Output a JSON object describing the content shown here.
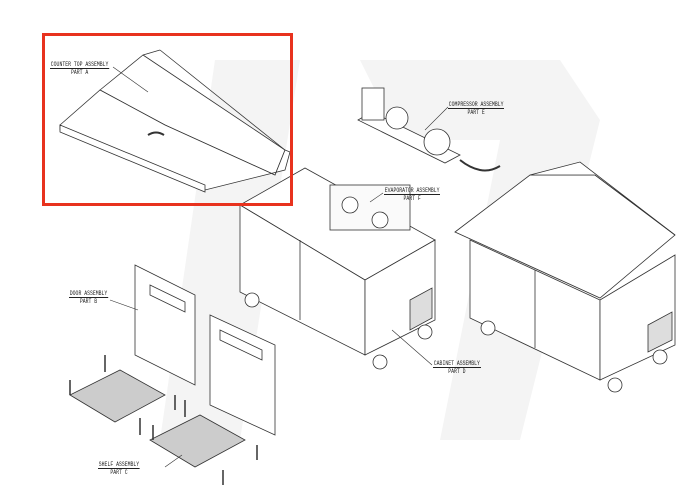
{
  "diagram": {
    "highlight_color": "#e8321e",
    "highlighted_part": "counter-top-assembly",
    "labels": [
      {
        "title": "COUNTER TOP ASSEMBLY",
        "part": "PART A"
      },
      {
        "title": "COMPRESSOR ASSEMBLY",
        "part": "PART E"
      },
      {
        "title": "EVAPORATOR ASSEMBLY",
        "part": "PART F"
      },
      {
        "title": "DOOR ASSEMBLY",
        "part": "PART B"
      },
      {
        "title": "CABINET ASSEMBLY",
        "part": "PART D"
      },
      {
        "title": "SHELF ASSEMBLY",
        "part": "PART C"
      }
    ]
  }
}
